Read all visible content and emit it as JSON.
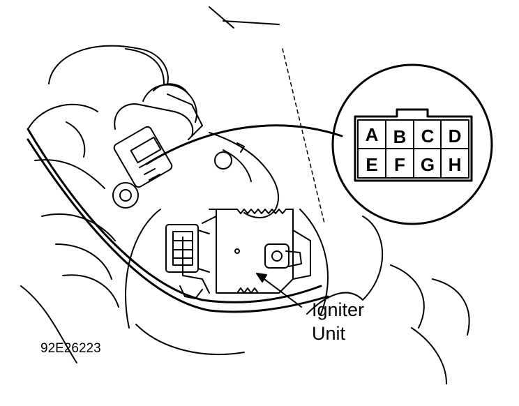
{
  "connector": {
    "pins_top": [
      "A",
      "B",
      "C",
      "D"
    ],
    "pins_bottom": [
      "E",
      "F",
      "G",
      "H"
    ]
  },
  "callout": {
    "line1": "Igniter",
    "line2": "Unit"
  },
  "figure_id": "92E26223",
  "colors": {
    "ink": "#000000",
    "paper": "#ffffff"
  }
}
